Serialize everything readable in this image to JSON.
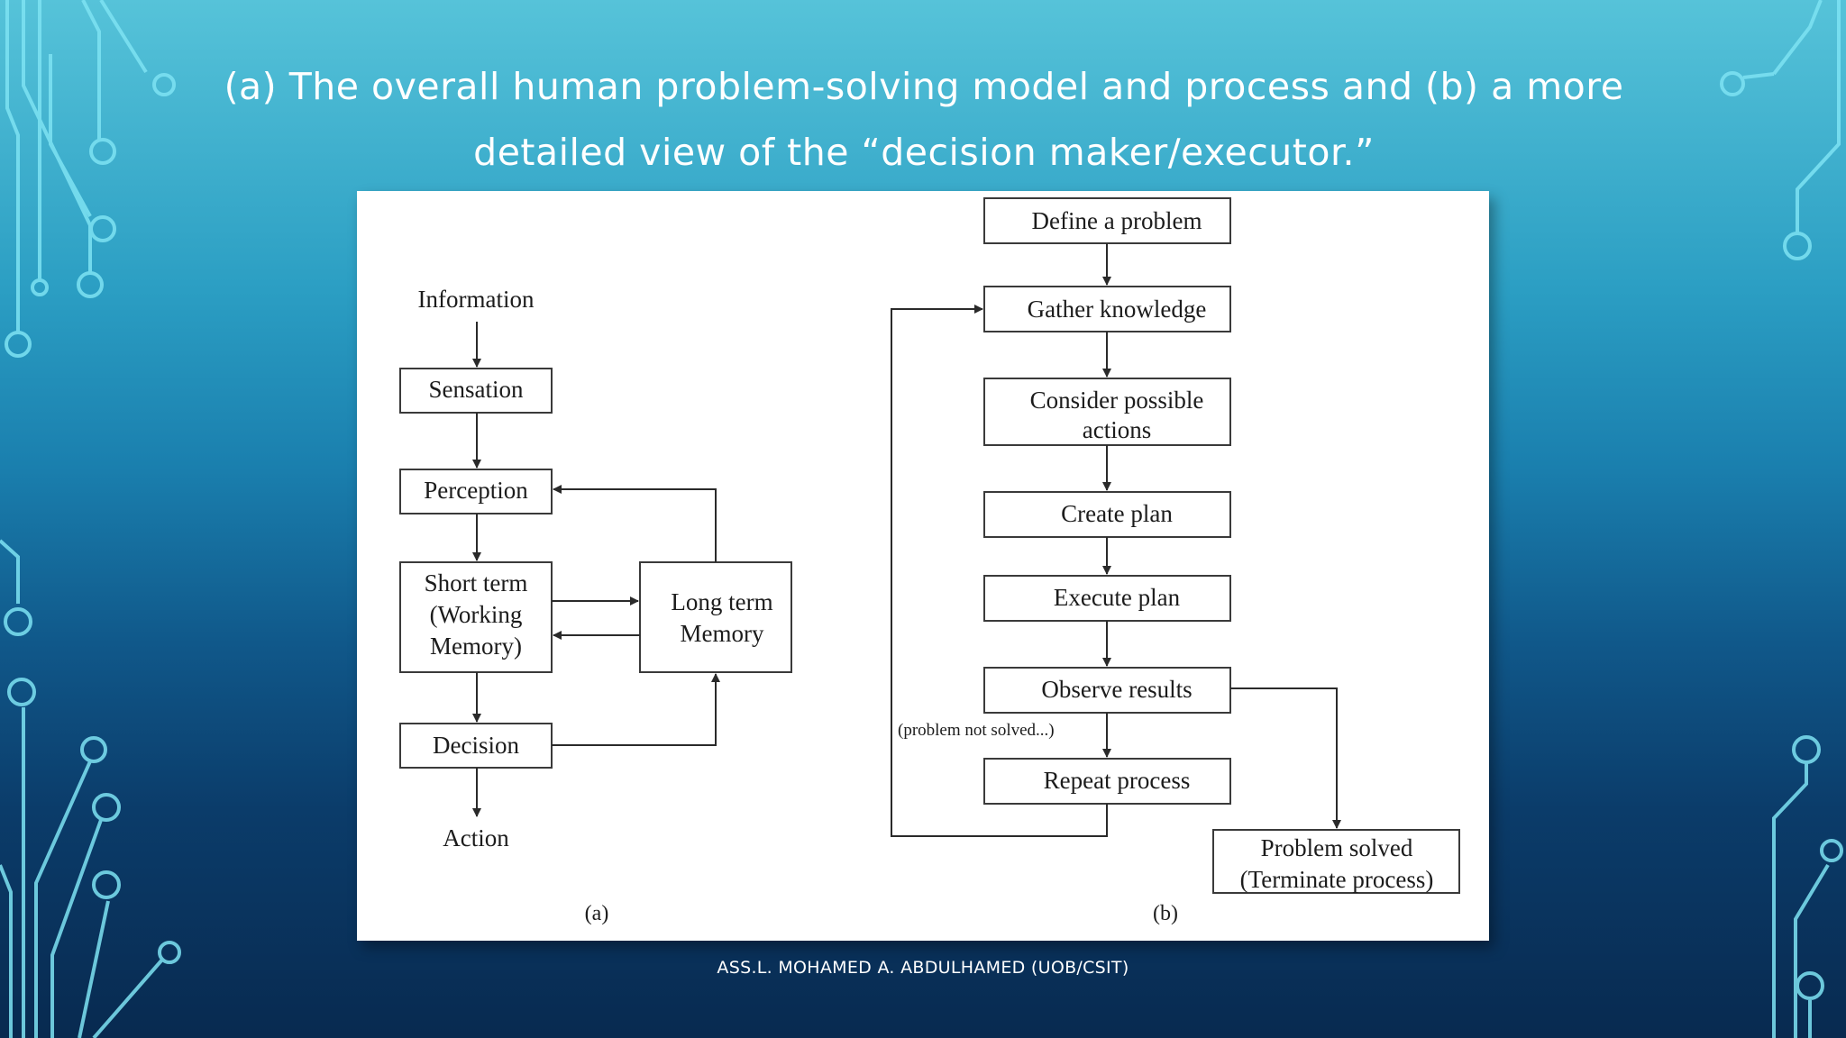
{
  "slide": {
    "title_line1": "(a) The overall human problem-solving model and process and (b) a more",
    "title_line2": "detailed view of the “decision maker/executor.”",
    "footer": "ASS.L. MOHAMED A. ABDULHAMED (UOB/CSIT)"
  },
  "diagram_a": {
    "caption": "(a)",
    "information": "Information",
    "sensation": "Sensation",
    "perception": "Perception",
    "short_term_1": "Short term",
    "short_term_2": "(Working",
    "short_term_3": "Memory)",
    "long_term_1": "Long term",
    "long_term_2": "Memory",
    "decision": "Decision",
    "action": "Action"
  },
  "diagram_b": {
    "caption": "(b)",
    "define": "Define a problem",
    "gather": "Gather knowledge",
    "consider_1": "Consider possible",
    "consider_2": "actions",
    "create": "Create plan",
    "execute": "Execute plan",
    "observe": "Observe results",
    "not_solved": "(problem not solved...)",
    "repeat": "Repeat process",
    "solved_1": "Problem solved",
    "solved_2": "(Terminate process)"
  },
  "colors": {
    "background_top": "#56c3d9",
    "background_bottom": "#082a50",
    "circuit_lines": "#7ee3f3"
  }
}
